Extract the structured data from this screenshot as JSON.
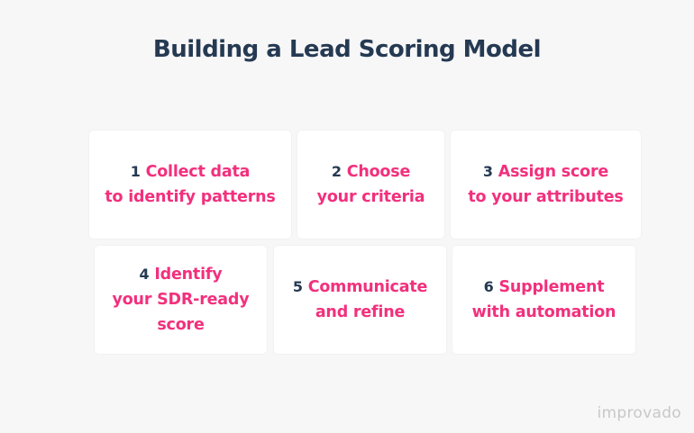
{
  "title": "Building a Lead Scoring Model",
  "colors": {
    "title": "#253a52",
    "accent": "#f2307d",
    "number": "#253a52",
    "background": "#f7f7f8",
    "card": "#ffffff"
  },
  "steps": [
    {
      "number": "1",
      "line1": "Collect data",
      "line2": "to identify patterns",
      "line3": ""
    },
    {
      "number": "2",
      "line1": "Choose",
      "line2": "your criteria",
      "line3": ""
    },
    {
      "number": "3",
      "line1": "Assign score",
      "line2": "to your attributes",
      "line3": ""
    },
    {
      "number": "4",
      "line1": "Identify",
      "line2": "your SDR-ready",
      "line3": "score"
    },
    {
      "number": "5",
      "line1": "Communicate",
      "line2": "and refine",
      "line3": ""
    },
    {
      "number": "6",
      "line1": "Supplement",
      "line2": "with automation",
      "line3": ""
    }
  ],
  "logo": "improvado"
}
